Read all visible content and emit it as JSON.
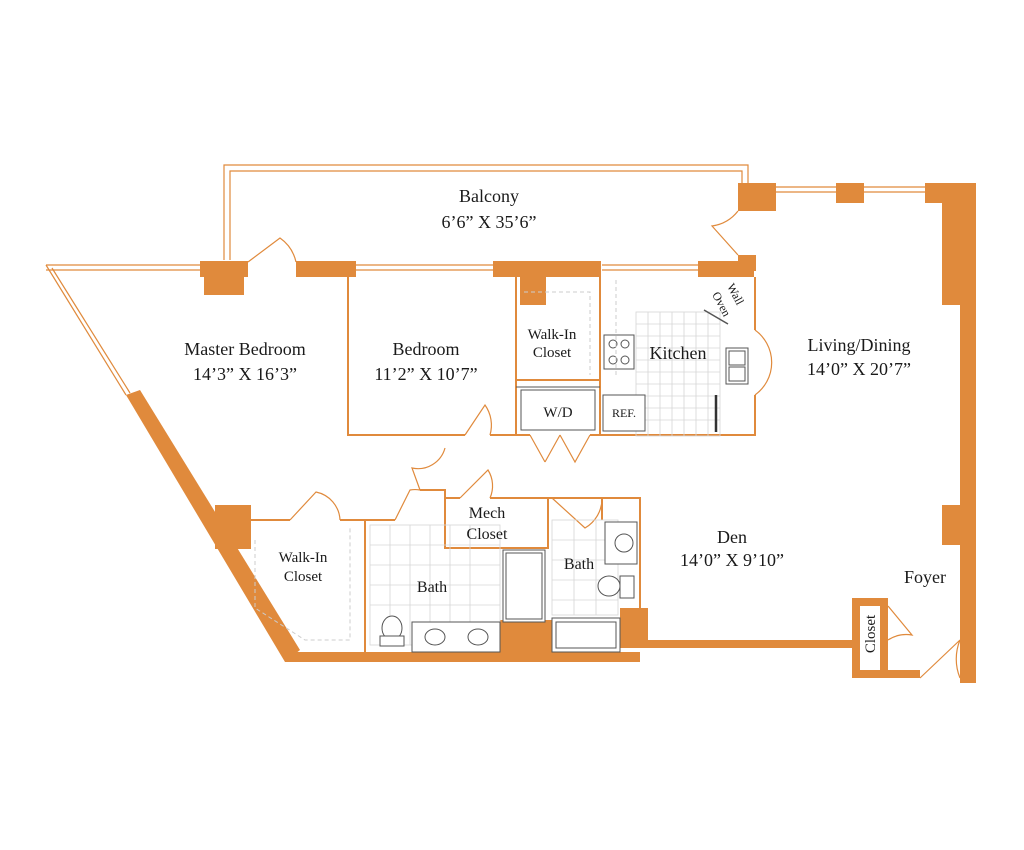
{
  "colors": {
    "wall": "#e08a3c",
    "background": "#ffffff",
    "text": "#1a1a1a"
  },
  "rooms": {
    "balcony": {
      "name": "Balcony",
      "dims": "6’6” X 35’6”"
    },
    "master_bedroom": {
      "name": "Master Bedroom",
      "dims": "14’3” X 16’3”"
    },
    "bedroom": {
      "name": "Bedroom",
      "dims": "11’2” X 10’7”"
    },
    "walk_in_closet_1": {
      "line1": "Walk-In",
      "line2": "Closet"
    },
    "kitchen": {
      "name": "Kitchen"
    },
    "wall_oven": {
      "line1": "Wall",
      "line2": "Oven"
    },
    "living_dining": {
      "name": "Living/Dining",
      "dims": "14’0” X 20’7”"
    },
    "wd": {
      "name": "W/D"
    },
    "ref": {
      "name": "REF."
    },
    "mech_closet": {
      "line1": "Mech",
      "line2": "Closet"
    },
    "walk_in_closet_2": {
      "line1": "Walk-In",
      "line2": "Closet"
    },
    "bath_1": {
      "name": "Bath"
    },
    "bath_2": {
      "name": "Bath"
    },
    "den": {
      "name": "Den",
      "dims": "14’0” X 9’10”"
    },
    "foyer": {
      "name": "Foyer"
    },
    "closet": {
      "name": "Closet"
    }
  }
}
